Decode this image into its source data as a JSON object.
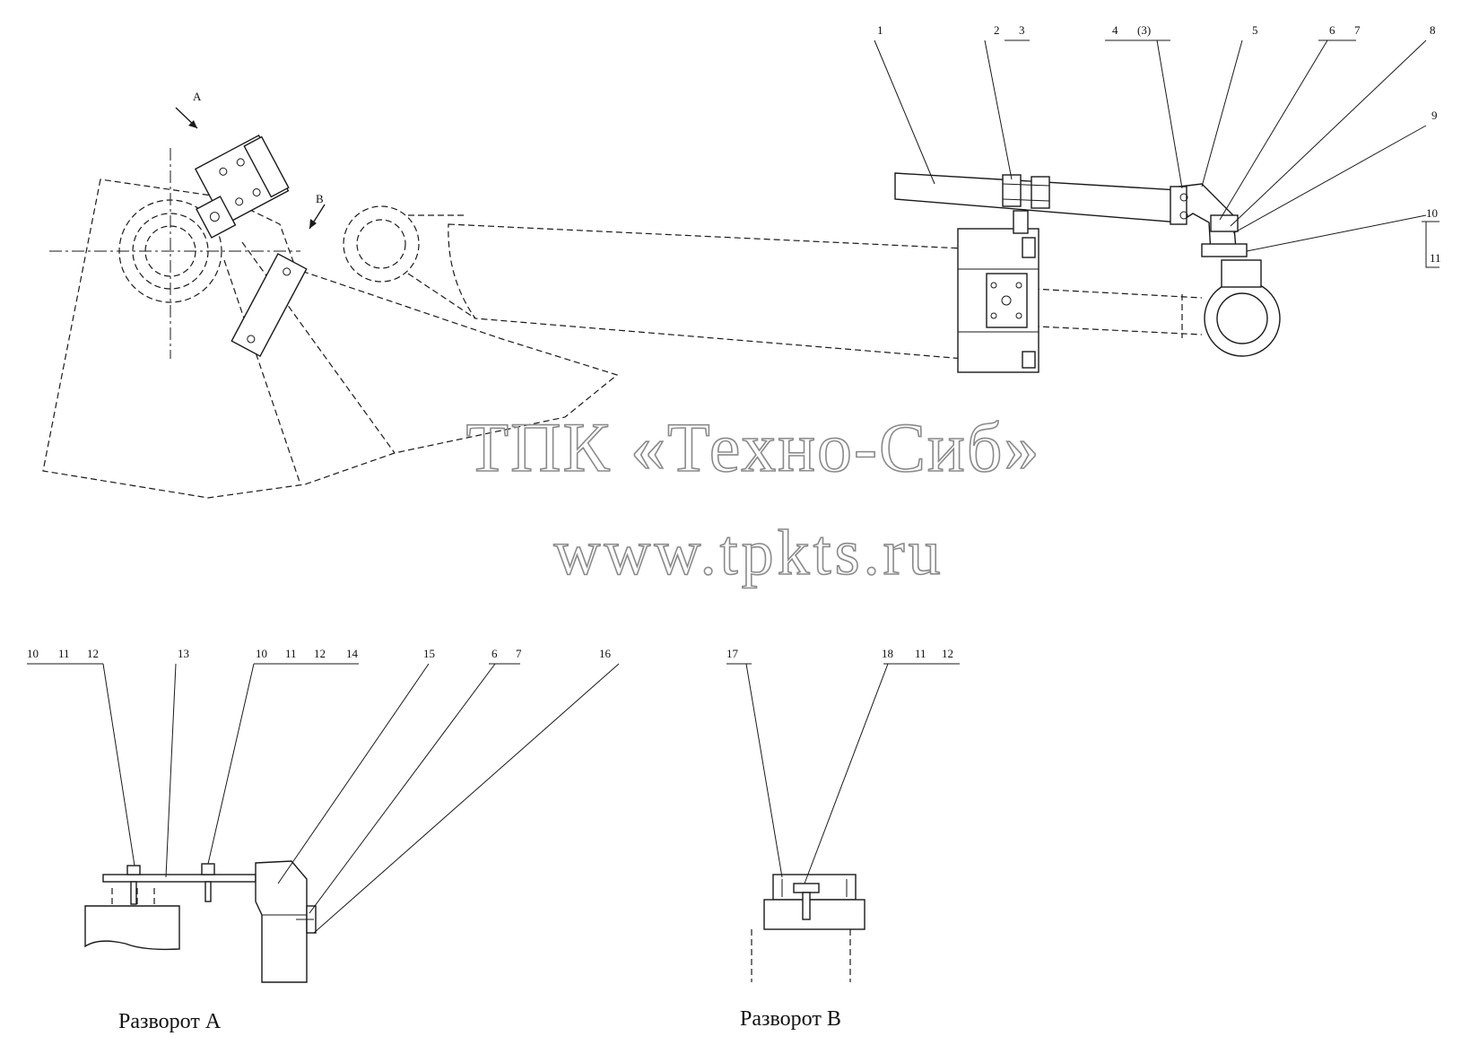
{
  "views": {
    "main": {
      "labels": [
        "1",
        "2",
        "3",
        "4",
        "(3)",
        "5",
        "6",
        "7",
        "8",
        "9",
        "10",
        "11"
      ],
      "view_marks": [
        "A",
        "B"
      ]
    },
    "view_a": {
      "caption": "Разворот А",
      "labels": [
        "10",
        "11",
        "12",
        "13",
        "10",
        "11",
        "12",
        "14",
        "15",
        "6",
        "7",
        "16"
      ]
    },
    "view_b": {
      "caption": "Разворот В",
      "labels": [
        "17",
        "18",
        "11",
        "12"
      ]
    }
  },
  "watermark": {
    "line1": "ТПК «Техно-Сиб»",
    "line2": "www.tpkts.ru"
  }
}
